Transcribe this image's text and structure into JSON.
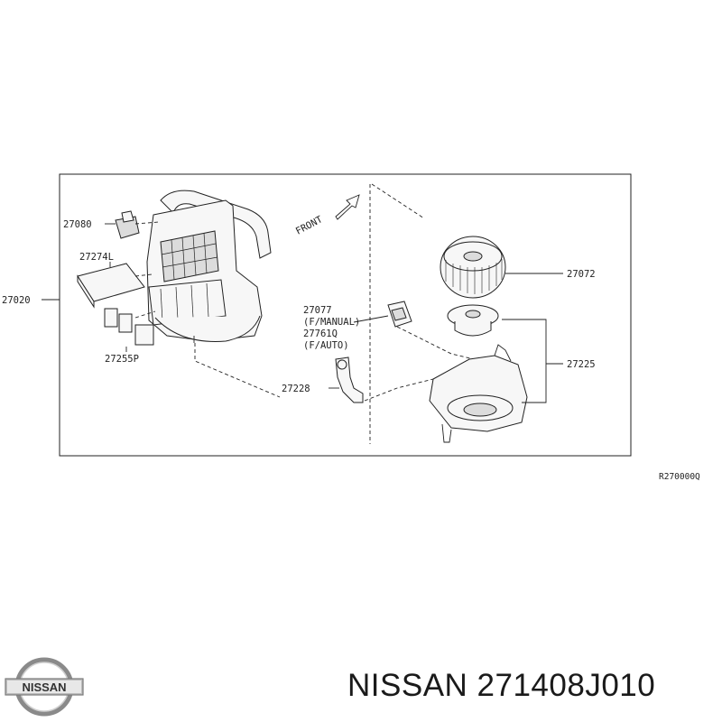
{
  "diagram": {
    "labels": {
      "blower_housing": "27020",
      "clip": "27080",
      "filter_cover": "27274L",
      "filter_kit": "27255P",
      "front_indicator": "FRONT",
      "resistor_manual": "27077",
      "resistor_manual_note": "(F/MANUAL)",
      "resistor_auto": "27761Q",
      "resistor_auto_note": "(F/AUTO)",
      "connector": "27228",
      "fan": "27072",
      "motor_assembly": "27225",
      "figure_ref": "R270000Q"
    }
  },
  "logo": {
    "text": "NISSAN"
  },
  "caption": {
    "text": "NISSAN 271408J010"
  }
}
